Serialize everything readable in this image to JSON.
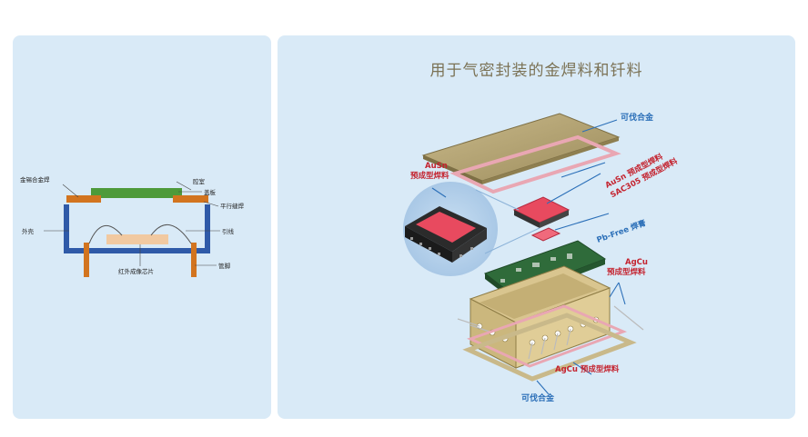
{
  "left_diagram": {
    "labels": {
      "solder": "金锡合金焊",
      "cavity": "腔室",
      "lid": "盖板",
      "seam_weld": "平行缝焊",
      "housing": "外壳",
      "lead": "引线",
      "chip": "红外成像芯片",
      "pin": "管脚"
    }
  },
  "right_diagram": {
    "title": "用于气密封装的金焊料和钎料",
    "labels": {
      "kovar_top": "可伐合金",
      "ausn_left": "AuSn\n预成型焊料",
      "ausn_preform": "AuSn 预成型焊料",
      "sac305": "SAC305 预成型焊料",
      "pbfree": "Pb-Free 焊膏",
      "agcu_right": "AgCu\n预成型焊料",
      "agcu_bottom": "AgCu 预成型焊料",
      "kovar_bottom": "可伐合金"
    }
  }
}
